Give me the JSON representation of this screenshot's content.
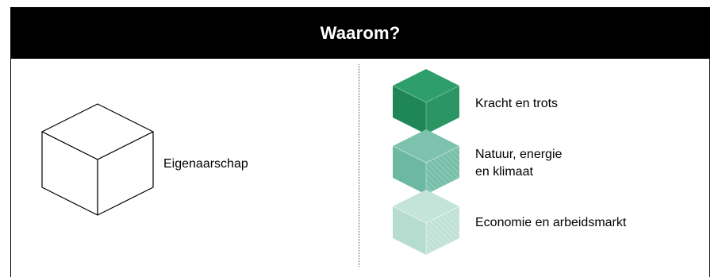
{
  "header": {
    "title": "Waarom?"
  },
  "left": {
    "label": "Eigenaarschap"
  },
  "right": {
    "items": [
      {
        "label": "Kracht en trots",
        "color": "#2e9e6a",
        "hatched": false
      },
      {
        "label_line1": "Natuur, energie",
        "label_line2": "en klimaat",
        "color": "#7cc2ad",
        "hatched": true
      },
      {
        "label": "Economie en arbeidsmarkt",
        "color": "#c4e3d9",
        "hatched": true
      }
    ]
  },
  "colors": {
    "header_bg": "#000000",
    "header_text": "#ffffff",
    "cube_dark": "#2e9e6a",
    "cube_mid": "#7cc2ad",
    "cube_light": "#c4e3d9"
  }
}
